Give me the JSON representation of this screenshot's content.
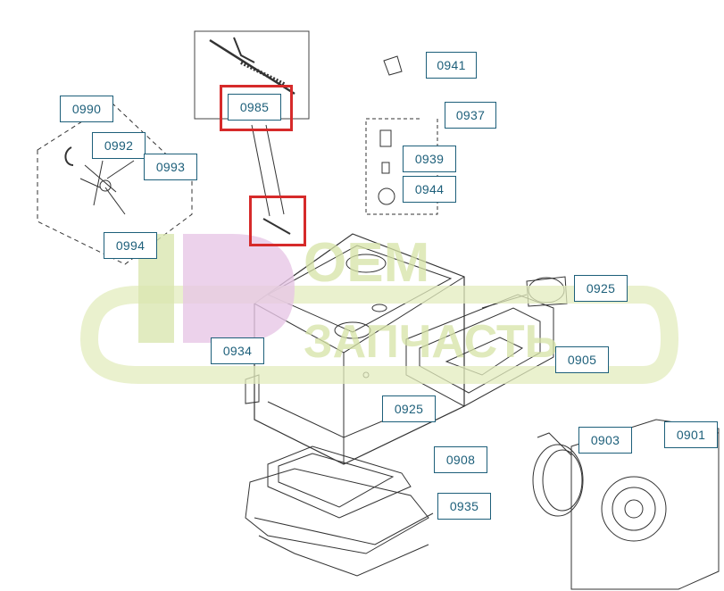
{
  "diagram": {
    "labels": {
      "p0941": "0941",
      "p0937": "0937",
      "p0939": "0939",
      "p0944": "0944",
      "p0985": "0985",
      "p0990": "0990",
      "p0992": "0992",
      "p0993": "0993",
      "p0994": "0994",
      "p0925a": "0925",
      "p0934": "0934",
      "p0905": "0905",
      "p0925b": "0925",
      "p0908": "0908",
      "p0903": "0903",
      "p0901": "0901",
      "p0935": "0935"
    },
    "highlight_color": "#d62a2a",
    "label_color": "#1d5f7a"
  },
  "watermark": {
    "text_top": "ОЕМ",
    "text_bottom": "ЗАПЧАСТЬ",
    "colors": {
      "green": "#d9e6b0",
      "pink": "#e7c7e6"
    }
  }
}
